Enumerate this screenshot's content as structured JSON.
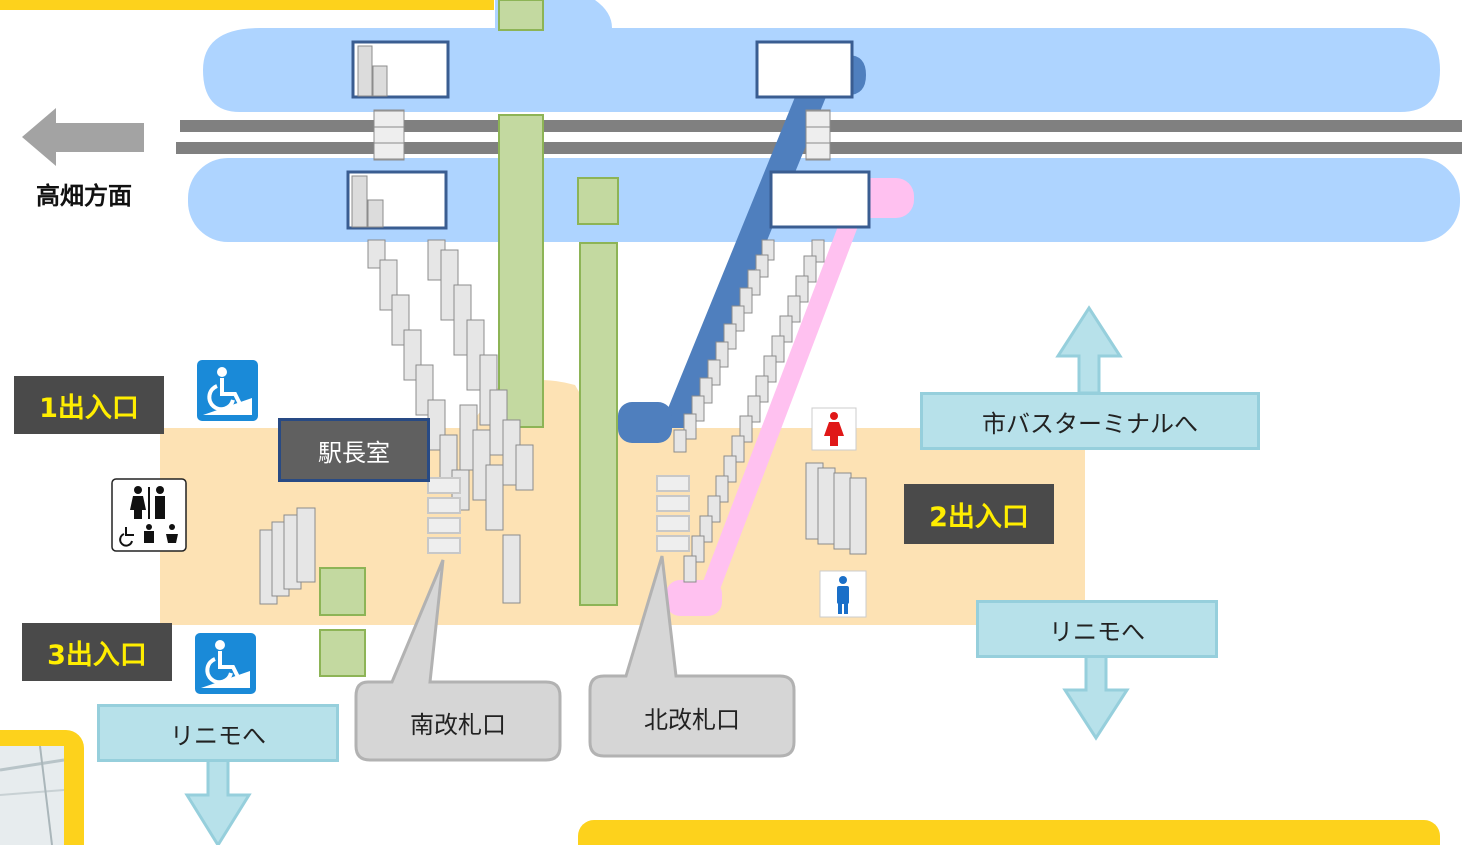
{
  "map": {
    "direction_label": "高畑方面",
    "exits": {
      "exit_1": "1出入口",
      "exit_2": "2出入口",
      "exit_3": "3出入口"
    },
    "station_office": "駅長室",
    "gates": {
      "south": "南改札口",
      "north": "北改札口"
    },
    "transfers": {
      "bus_terminal": "市バスターミナルへ",
      "linimo_right": "リニモへ",
      "linimo_left": "リニモへ"
    },
    "icons": [
      "wheelchair-slope-icon",
      "multipurpose-toilet-icon",
      "womens-toilet-icon",
      "mens-toilet-icon",
      "left-arrow-icon",
      "up-arrow-icon",
      "down-arrow-icon"
    ],
    "colors": {
      "platform": "#aed4ff",
      "concourse": "#fde2b4",
      "elevator_shaft": "#c3d9a0",
      "escalator_blue": "#4f7fbe",
      "slope_pink": "#ffc1f0",
      "banner_yellow": "#fdd21c",
      "transfer_sign": "#b7e1ea",
      "exit_label_bg": "#4a4a4a",
      "exit_label_text": "#ffee00"
    }
  }
}
